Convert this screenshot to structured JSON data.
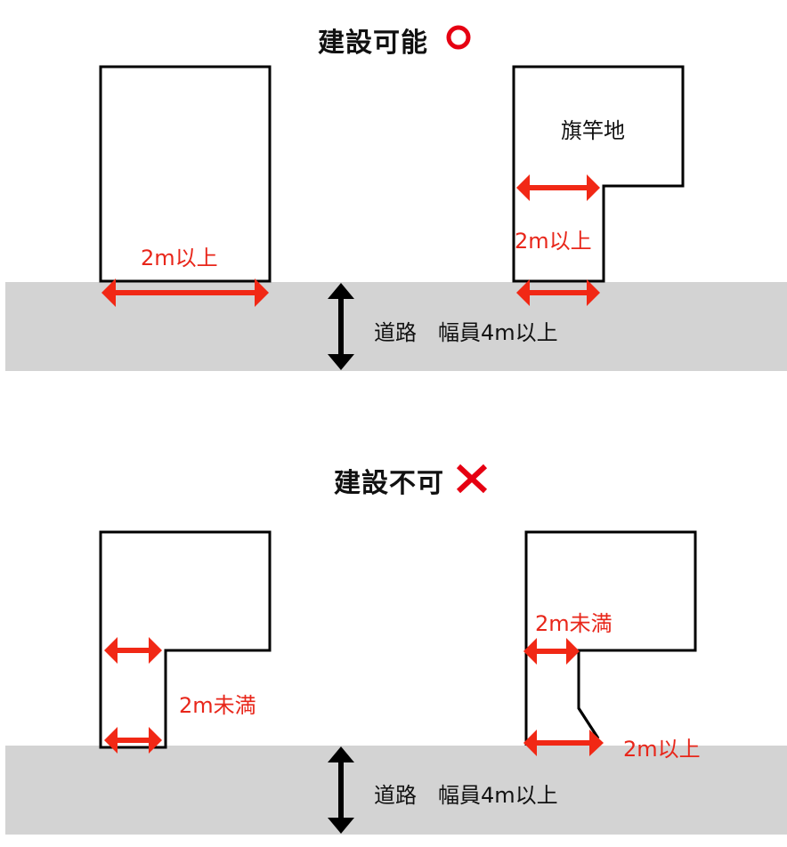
{
  "colors": {
    "road": "#d3d3d3",
    "arrow_red": "#f12815",
    "line": "#000000",
    "label_red": "#e8261a",
    "mark_ok": "#e60012",
    "mark_ng": "#e60012"
  },
  "section_ok": {
    "title": "建設可能",
    "mark": "circle-mark",
    "left_lot": {
      "frontage_label": "2m以上"
    },
    "right_lot": {
      "name_label": "旗竿地",
      "pole_width_label": "2m以上"
    },
    "road": {
      "label": "道路　幅員4m以上"
    }
  },
  "section_ng": {
    "title": "建設不可",
    "mark": "cross-mark",
    "left_lot": {
      "pole_width_label": "2m未満"
    },
    "right_lot": {
      "pole_width_label": "2m未満",
      "frontage_label": "2m以上"
    },
    "road": {
      "label": "道路　幅員4m以上"
    }
  }
}
